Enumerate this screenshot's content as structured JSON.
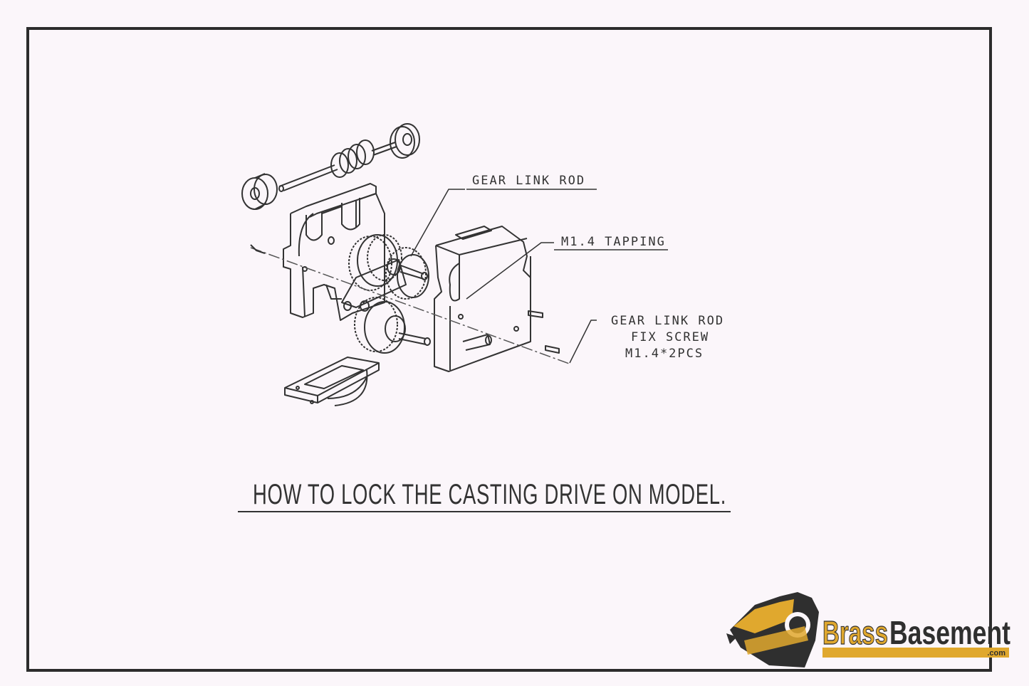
{
  "diagram": {
    "title": "HOW TO LOCK THE CASTING DRIVE ON MODEL.",
    "callouts": {
      "gear_link_rod": "GEAR LINK ROD",
      "tapping": "M1.4 TAPPING",
      "fix_screw_line1": "GEAR LINK ROD",
      "fix_screw_line2": "FIX SCREW",
      "fix_screw_line3": "M1.4*2PCS"
    }
  },
  "watermark": {
    "brand_part1": "Brass",
    "brand_part2": "Basement",
    "domain": ".com",
    "colors": {
      "brass": "#e0a82e",
      "dark": "#2f2f2f"
    },
    "icon": "locomotive-icon"
  }
}
